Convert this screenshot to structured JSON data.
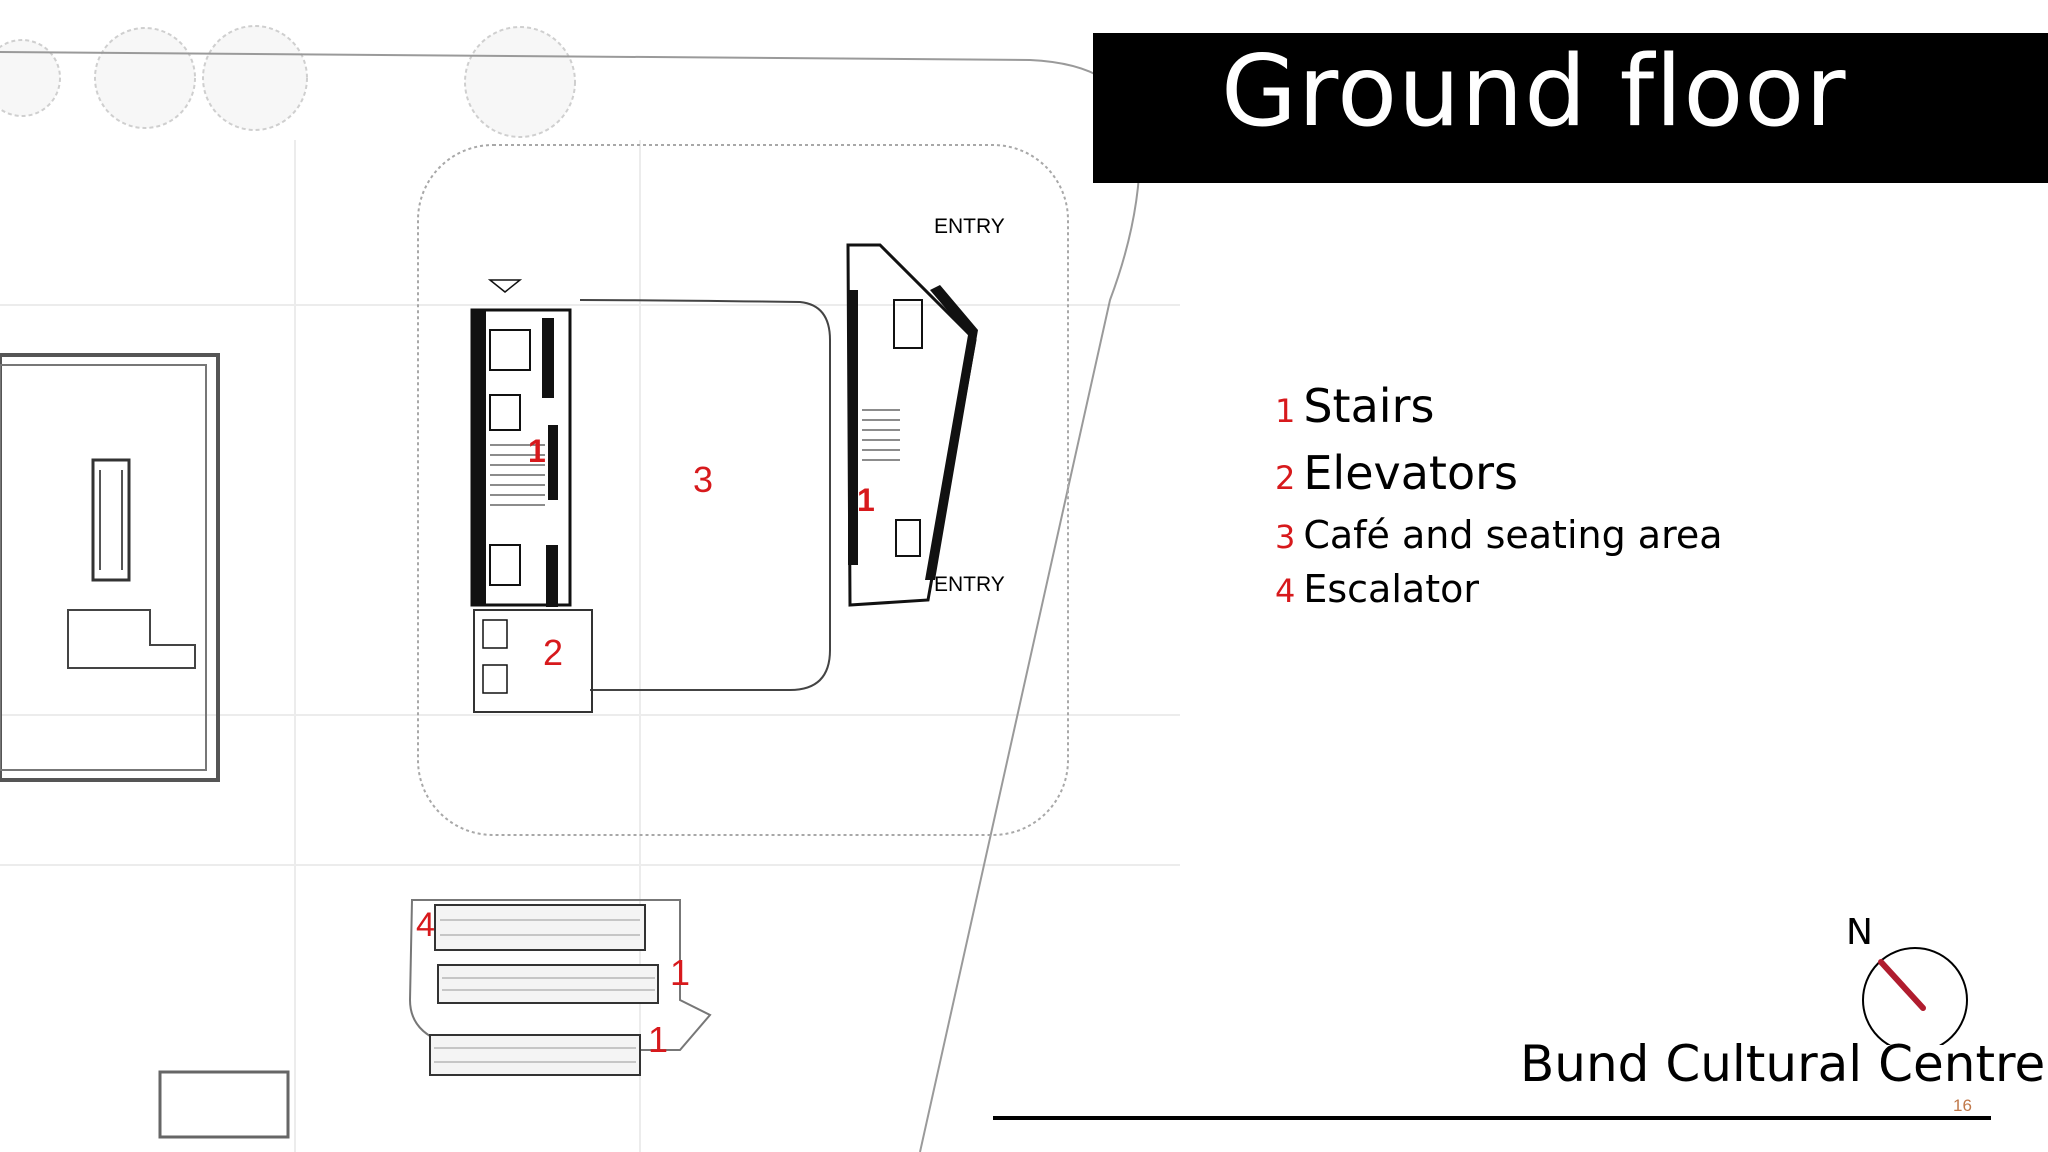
{
  "slide": {
    "title": "Ground floor",
    "footer_title": "Bund Cultural Centre",
    "page_number": "16"
  },
  "legend": {
    "items": [
      {
        "number": "1",
        "label": "Stairs"
      },
      {
        "number": "2",
        "label": "Elevators"
      },
      {
        "number": "3",
        "label": "Café and seating area"
      },
      {
        "number": "4",
        "label": "Escalator"
      }
    ]
  },
  "compass": {
    "label": "N"
  },
  "plan": {
    "entry_labels": [
      "ENTRY",
      "ENTRY"
    ],
    "markers": [
      "1",
      "1",
      "3",
      "2",
      "4",
      "1",
      "1"
    ]
  },
  "colors": {
    "accent_red": "#d7191c",
    "title_bar": "#000000",
    "compass_needle": "#b01c2e",
    "page_number": "#c0784a"
  }
}
